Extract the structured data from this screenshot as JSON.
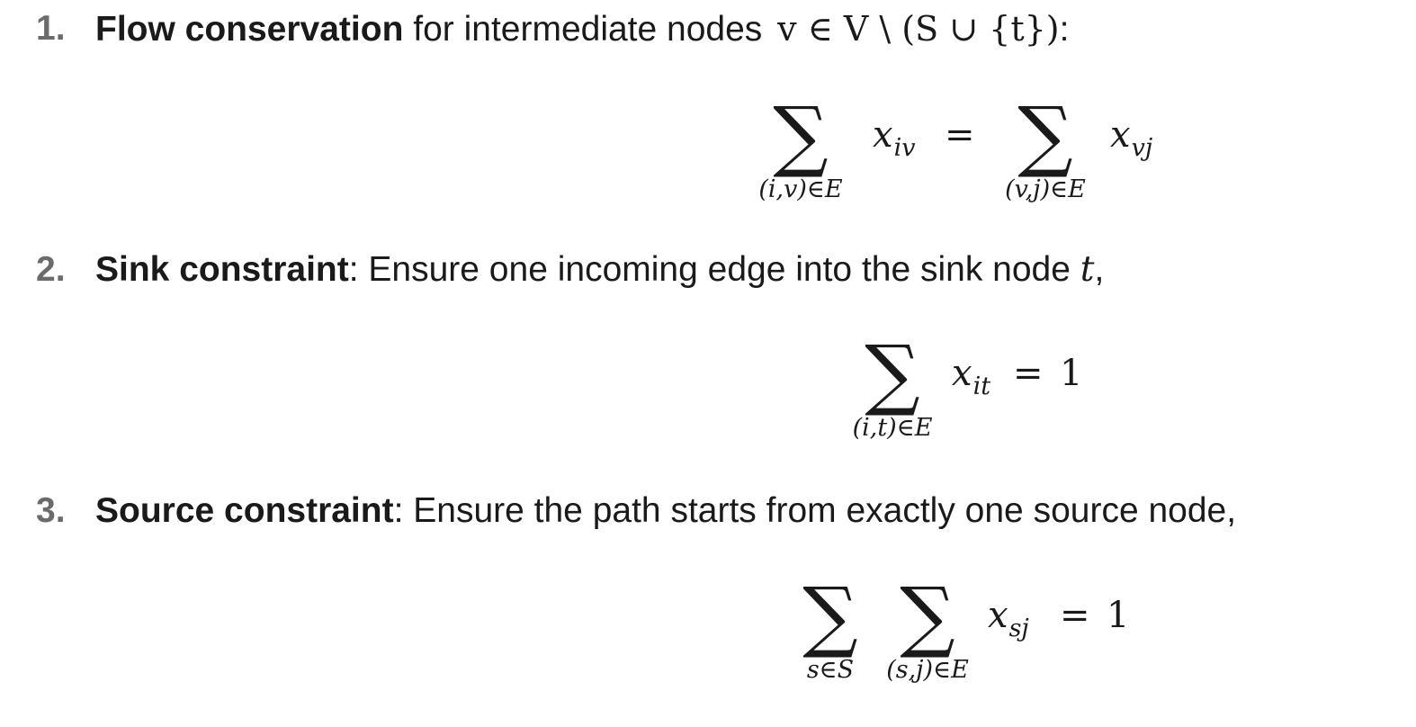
{
  "items": [
    {
      "number": "1.",
      "title": "Flow conservation",
      "rest": " for intermediate nodes ",
      "math": "v ∈ V \\ (S ∪ {t})",
      "after": ":",
      "equation": {
        "left_sub": "(i,v)∈E",
        "left_term": "x",
        "left_index": "iv",
        "operator": "=",
        "right_sub": "(v,j)∈E",
        "right_term": "x",
        "right_index": "vj"
      }
    },
    {
      "number": "2.",
      "title": "Sink constraint",
      "rest": ": Ensure one incoming edge into the sink node ",
      "math": "t",
      "after": ",",
      "equation": {
        "sub": "(i,t)∈E",
        "term": "x",
        "index": "it",
        "operator": "=",
        "rhs": "1"
      }
    },
    {
      "number": "3.",
      "title": "Source constraint",
      "rest": ": Ensure the path starts from exactly one source node,",
      "equation": {
        "outer_sub": "s∈S",
        "inner_sub": "(s,j)∈E",
        "term": "x",
        "index": "sj",
        "operator": "=",
        "rhs": "1"
      }
    }
  ],
  "symbols": {
    "sigma": "∑"
  }
}
